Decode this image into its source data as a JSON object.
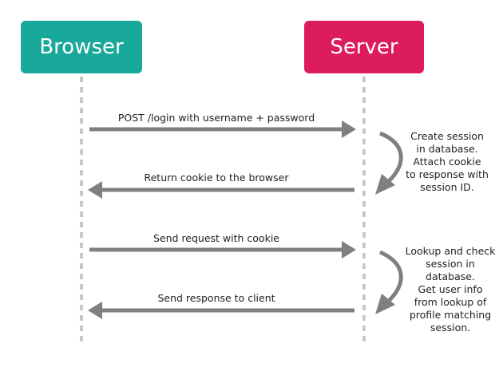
{
  "actors": {
    "browser": {
      "label": "Browser",
      "color": "#18a99a"
    },
    "server": {
      "label": "Server",
      "color": "#dd1c5c"
    }
  },
  "messages": [
    {
      "label": "POST /login with username + password",
      "direction": "to-server"
    },
    {
      "label": "Return cookie to the browser",
      "direction": "to-browser"
    },
    {
      "label": "Send request with cookie",
      "direction": "to-server"
    },
    {
      "label": "Send response to client",
      "direction": "to-browser"
    }
  ],
  "notes": [
    {
      "lines": [
        "Create session",
        "in database.",
        "Attach cookie",
        "to response with",
        "session ID."
      ]
    },
    {
      "lines": [
        "Lookup and check",
        "session in",
        "database.",
        "Get user info",
        "from lookup of",
        "profile matching",
        "session."
      ]
    }
  ],
  "colors": {
    "arrow": "#808080",
    "lifeline": "#c8c8c8"
  }
}
